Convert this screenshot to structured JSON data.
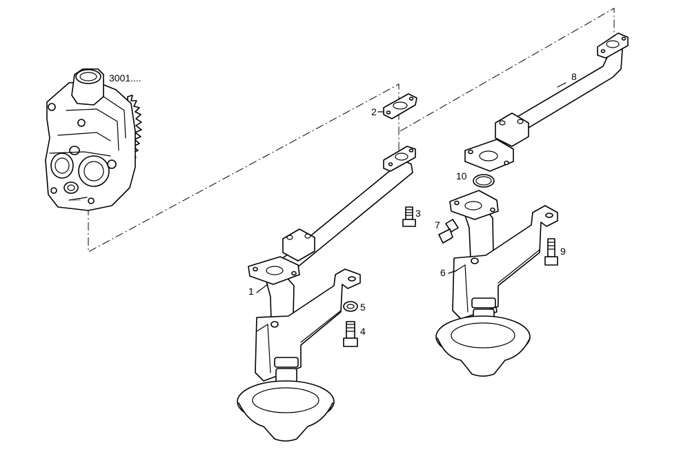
{
  "labels": {
    "l3001": "3001....",
    "l1": "1",
    "l2": "2",
    "l3": "3",
    "l4": "4",
    "l5": "5",
    "l6": "6",
    "l7": "7",
    "l8": "8",
    "l9": "9",
    "l10": "10"
  },
  "pump_stamp": "IVECO"
}
